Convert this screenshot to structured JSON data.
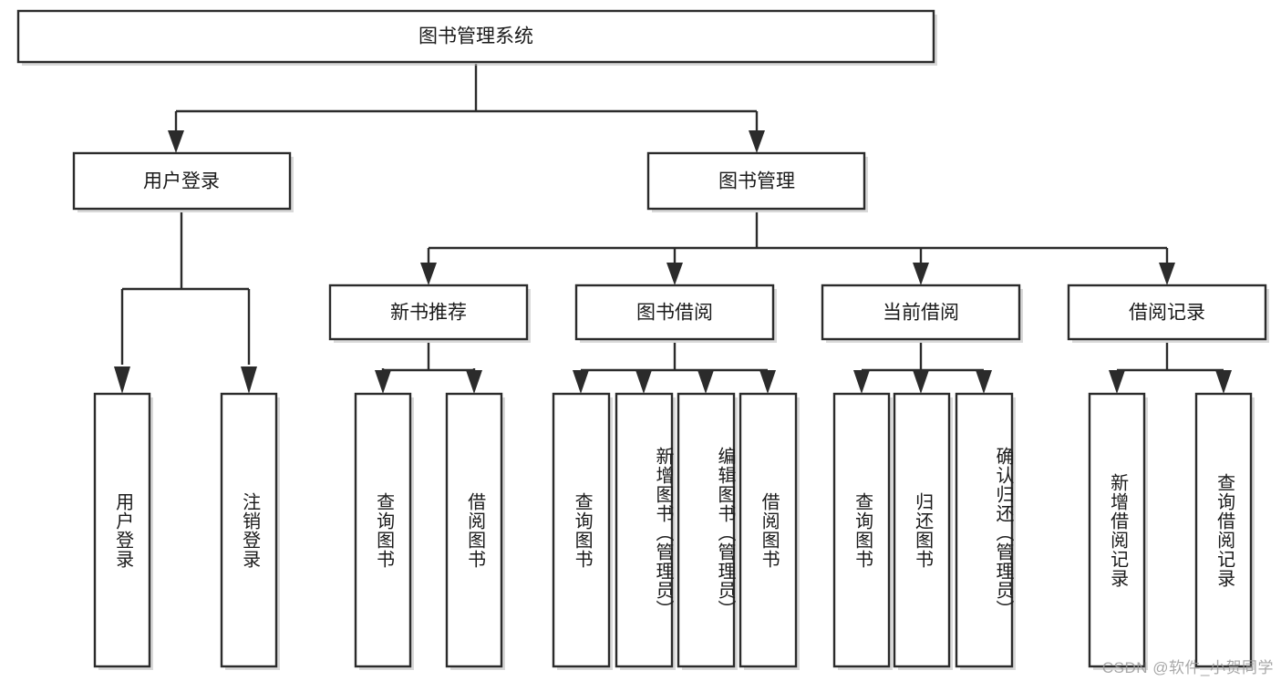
{
  "diagram": {
    "title": "图书管理系统",
    "type": "hierarchy-tree",
    "levels": 4,
    "root": {
      "id": "root",
      "label": "图书管理系统",
      "orientation": "horizontal"
    },
    "level2": [
      {
        "id": "user-login",
        "label": "用户登录",
        "orientation": "horizontal"
      },
      {
        "id": "book-manage",
        "label": "图书管理",
        "orientation": "horizontal"
      }
    ],
    "level3": [
      {
        "id": "new-book-recommend",
        "label": "新书推荐",
        "orientation": "horizontal",
        "parent": "book-manage"
      },
      {
        "id": "book-borrow",
        "label": "图书借阅",
        "orientation": "horizontal",
        "parent": "book-manage"
      },
      {
        "id": "current-borrow",
        "label": "当前借阅",
        "orientation": "horizontal",
        "parent": "book-manage"
      },
      {
        "id": "borrow-record",
        "label": "借阅记录",
        "orientation": "horizontal",
        "parent": "book-manage"
      }
    ],
    "leaves": {
      "user_login": [
        {
          "id": "leaf-user-login",
          "label": "用户登录",
          "orientation": "vertical"
        },
        {
          "id": "leaf-logout-login",
          "label": "注销登录",
          "orientation": "vertical"
        }
      ],
      "new_book_recommend": [
        {
          "id": "leaf-query-book-1",
          "label": "查询图书",
          "orientation": "vertical"
        },
        {
          "id": "leaf-borrow-book-1",
          "label": "借阅图书",
          "orientation": "vertical"
        }
      ],
      "book_borrow": [
        {
          "id": "leaf-query-book-2",
          "label": "查询图书",
          "orientation": "vertical"
        },
        {
          "id": "leaf-add-book",
          "label": "新增图书（管理员）",
          "orientation": "vertical"
        },
        {
          "id": "leaf-edit-book",
          "label": "编辑图书（管理员）",
          "orientation": "vertical"
        },
        {
          "id": "leaf-borrow-book-2",
          "label": "借阅图书",
          "orientation": "vertical"
        }
      ],
      "current_borrow": [
        {
          "id": "leaf-query-book-3",
          "label": "查询图书",
          "orientation": "vertical"
        },
        {
          "id": "leaf-return-book",
          "label": "归还图书",
          "orientation": "vertical"
        },
        {
          "id": "leaf-confirm-return",
          "label": "确认归还（管理员）",
          "orientation": "vertical"
        }
      ],
      "borrow_record": [
        {
          "id": "leaf-add-record",
          "label": "新增借阅记录",
          "orientation": "vertical"
        },
        {
          "id": "leaf-query-record",
          "label": "查询借阅记录",
          "orientation": "vertical"
        }
      ]
    }
  },
  "watermark": {
    "text": "CSDN @软件_小贺同学"
  },
  "colors": {
    "stroke": "#2b2b2b",
    "fill": "#ffffff",
    "text": "#1a1a1a",
    "watermark": "#9a9a9a",
    "shadow": "#b9b9b9"
  }
}
